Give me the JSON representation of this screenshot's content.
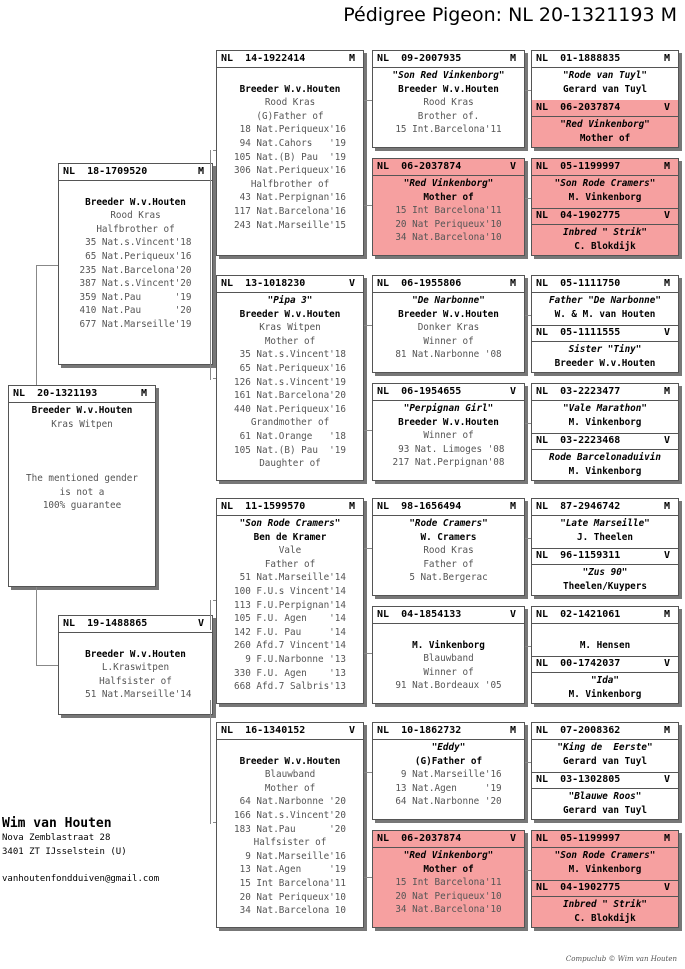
{
  "title": "Pédigree Pigeon: NL  20-1321193 M",
  "owner": {
    "name": "Wim van Houten",
    "address1": "Nova Zemblastraat 28",
    "address2": "3401 ZT  IJsselstein (U)",
    "email": "vanhoutenfondduiven@gmail.com"
  },
  "footer": "Compuclub © Wim van Houten",
  "subject": {
    "ring": "NL  20-1321193",
    "gender": "M",
    "lines": [
      {
        "t": "Breeder W.v.Houten",
        "s": "b"
      },
      {
        "t": "Kras Witpen",
        "s": "g"
      },
      {
        "t": "",
        "s": ""
      },
      {
        "t": "",
        "s": ""
      },
      {
        "t": "",
        "s": ""
      },
      {
        "t": "The mentioned gender",
        "s": "g"
      },
      {
        "t": "is not a",
        "s": "g"
      },
      {
        "t": "100% guarantee",
        "s": "g"
      }
    ]
  },
  "sire": {
    "ring": "NL  18-1709520",
    "gender": "M",
    "lines": [
      {
        "t": "",
        "s": ""
      },
      {
        "t": "Breeder W.v.Houten",
        "s": "b"
      },
      {
        "t": "Rood Kras",
        "s": "g"
      },
      {
        "t": "Halfbrother of",
        "s": "g"
      },
      {
        "t": " 35 Nat.s.Vincent'18",
        "s": "g"
      },
      {
        "t": " 65 Nat.Periqueux'16",
        "s": "g"
      },
      {
        "t": "235 Nat.Barcelona'20",
        "s": "g"
      },
      {
        "t": "387 Nat.s.Vincent'20",
        "s": "g"
      },
      {
        "t": "359 Nat.Pau      '19",
        "s": "g"
      },
      {
        "t": "410 Nat.Pau      '20",
        "s": "g"
      },
      {
        "t": "677 Nat.Marseille'19",
        "s": "g"
      }
    ]
  },
  "dam": {
    "ring": "NL  19-1488865",
    "gender": "V",
    "lines": [
      {
        "t": "",
        "s": ""
      },
      {
        "t": "Breeder W.v.Houten",
        "s": "b"
      },
      {
        "t": "L.Kraswitpen",
        "s": "g"
      },
      {
        "t": "Halfsister of",
        "s": "g"
      },
      {
        "t": " 51 Nat.Marseille'14",
        "s": "g"
      }
    ]
  },
  "gen2": [
    {
      "ring": "NL  14-1922414",
      "gender": "M",
      "lines": [
        {
          "t": "",
          "s": ""
        },
        {
          "t": "Breeder W.v.Houten",
          "s": "b"
        },
        {
          "t": "Rood Kras",
          "s": "g"
        },
        {
          "t": "(G)Father of",
          "s": "g"
        },
        {
          "t": " 18 Nat.Periqueux'16",
          "s": "g"
        },
        {
          "t": " 94 Nat.Cahors   '19",
          "s": "g"
        },
        {
          "t": "105 Nat.(B) Pau  '19",
          "s": "g"
        },
        {
          "t": "306 Nat.Periqueux'16",
          "s": "g"
        },
        {
          "t": "Halfbrother of",
          "s": "g"
        },
        {
          "t": " 43 Nat.Perpignan'16",
          "s": "g"
        },
        {
          "t": "117 Nat.Barcelona'16",
          "s": "g"
        },
        {
          "t": "243 Nat.Marseille'15",
          "s": "g"
        }
      ]
    },
    {
      "ring": "NL  13-1018230",
      "gender": "V",
      "lines": [
        {
          "t": "\"Pipa 3\"",
          "s": "i"
        },
        {
          "t": "Breeder W.v.Houten",
          "s": "b"
        },
        {
          "t": "Kras Witpen",
          "s": "g"
        },
        {
          "t": "Mother of",
          "s": "g"
        },
        {
          "t": " 35 Nat.s.Vincent'18",
          "s": "g"
        },
        {
          "t": " 65 Nat.Periqueux'16",
          "s": "g"
        },
        {
          "t": "126 Nat.s.Vincent'19",
          "s": "g"
        },
        {
          "t": "161 Nat.Barcelona'20",
          "s": "g"
        },
        {
          "t": "440 Nat.Periqueux'16",
          "s": "g"
        },
        {
          "t": "Grandmother of",
          "s": "g"
        },
        {
          "t": " 61 Nat.Orange   '18",
          "s": "g"
        },
        {
          "t": "105 Nat.(B) Pau  '19",
          "s": "g"
        },
        {
          "t": "Daughter of",
          "s": "g"
        }
      ]
    },
    {
      "ring": "NL  11-1599570",
      "gender": "M",
      "lines": [
        {
          "t": "\"Son Rode Cramers\"",
          "s": "i"
        },
        {
          "t": "Ben de Kramer",
          "s": "b"
        },
        {
          "t": "Vale",
          "s": "g"
        },
        {
          "t": "Father of",
          "s": "g"
        },
        {
          "t": " 51 Nat.Marseille'14",
          "s": "g"
        },
        {
          "t": "100 F.U.s Vincent'14",
          "s": "g"
        },
        {
          "t": "113 F.U.Perpignan'14",
          "s": "g"
        },
        {
          "t": "105 F.U. Agen    '14",
          "s": "g"
        },
        {
          "t": "142 F.U. Pau     '14",
          "s": "g"
        },
        {
          "t": "260 Afd.7 Vincent'14",
          "s": "g"
        },
        {
          "t": "  9 F.U.Narbonne '13",
          "s": "g"
        },
        {
          "t": "330 F.U. Agen    '13",
          "s": "g"
        },
        {
          "t": "668 Afd.7 Salbris'13",
          "s": "g"
        }
      ]
    },
    {
      "ring": "NL  16-1340152",
      "gender": "V",
      "lines": [
        {
          "t": "",
          "s": ""
        },
        {
          "t": "Breeder W.v.Houten",
          "s": "b"
        },
        {
          "t": "Blauwband",
          "s": "g"
        },
        {
          "t": "Mother of",
          "s": "g"
        },
        {
          "t": " 64 Nat.Narbonne '20",
          "s": "g"
        },
        {
          "t": "166 Nat.s.Vincent'20",
          "s": "g"
        },
        {
          "t": "183 Nat.Pau      '20",
          "s": "g"
        },
        {
          "t": "Halfsister of",
          "s": "g"
        },
        {
          "t": "  9 Nat.Marseille'16",
          "s": "g"
        },
        {
          "t": " 13 Nat.Agen     '19",
          "s": "g"
        },
        {
          "t": " 15 Int Barcelona'11",
          "s": "g"
        },
        {
          "t": " 20 Nat Periqueux'10",
          "s": "g"
        },
        {
          "t": " 34 Nat.Barcelona 10",
          "s": "g"
        }
      ]
    }
  ],
  "gen3": [
    {
      "ring": "NL  09-2007935",
      "gender": "M",
      "red": false,
      "lines": [
        {
          "t": "\"Son Red Vinkenborg\"",
          "s": "i"
        },
        {
          "t": "Breeder W.v.Houten",
          "s": "b"
        },
        {
          "t": "Rood Kras",
          "s": "g"
        },
        {
          "t": "Brother of.",
          "s": "g"
        },
        {
          "t": "15 Int.Barcelona'11",
          "s": "g"
        }
      ]
    },
    {
      "ring": "NL  06-2037874",
      "gender": "V",
      "red": true,
      "lines": [
        {
          "t": "\"Red Vinkenborg\"",
          "s": "i"
        },
        {
          "t": "Mother of",
          "s": "b"
        },
        {
          "t": "15 Int Barcelona'11",
          "s": "g"
        },
        {
          "t": "20 Nat Periqueux'10",
          "s": "g"
        },
        {
          "t": "34 Nat.Barcelona'10",
          "s": "g"
        }
      ]
    },
    {
      "ring": "NL  06-1955806",
      "gender": "M",
      "red": false,
      "lines": [
        {
          "t": "\"De Narbonne\"",
          "s": "i"
        },
        {
          "t": "Breeder W.v.Houten",
          "s": "b"
        },
        {
          "t": "Donker Kras",
          "s": "g"
        },
        {
          "t": "Winner of",
          "s": "g"
        },
        {
          "t": "81 Nat.Narbonne '08",
          "s": "g"
        }
      ]
    },
    {
      "ring": "NL  06-1954655",
      "gender": "V",
      "red": false,
      "lines": [
        {
          "t": "\"Perpignan Girl\"",
          "s": "i"
        },
        {
          "t": "Breeder W.v.Houten",
          "s": "b"
        },
        {
          "t": "Winner of",
          "s": "g"
        },
        {
          "t": " 93 Nat. Limoges '08",
          "s": "g"
        },
        {
          "t": "217 Nat.Perpignan'08",
          "s": "g"
        }
      ]
    },
    {
      "ring": "NL  98-1656494",
      "gender": "M",
      "red": false,
      "lines": [
        {
          "t": "\"Rode Cramers\"",
          "s": "i"
        },
        {
          "t": "W. Cramers",
          "s": "b"
        },
        {
          "t": "Rood Kras",
          "s": "g"
        },
        {
          "t": "Father of",
          "s": "g"
        },
        {
          "t": "5 Nat.Bergerac",
          "s": "g"
        }
      ]
    },
    {
      "ring": "NL  04-1854133",
      "gender": "V",
      "red": false,
      "lines": [
        {
          "t": "",
          "s": ""
        },
        {
          "t": "M. Vinkenborg",
          "s": "b"
        },
        {
          "t": "Blauwband",
          "s": "g"
        },
        {
          "t": "Winner of",
          "s": "g"
        },
        {
          "t": "91 Nat.Bordeaux '05",
          "s": "g"
        }
      ]
    },
    {
      "ring": "NL  10-1862732",
      "gender": "M",
      "red": false,
      "lines": [
        {
          "t": "\"Eddy\"",
          "s": "i"
        },
        {
          "t": "(G)Father of",
          "s": "b"
        },
        {
          "t": " 9 Nat.Marseille'16",
          "s": "g"
        },
        {
          "t": "13 Nat.Agen     '19",
          "s": "g"
        },
        {
          "t": "64 Nat.Narbonne '20",
          "s": "g"
        }
      ]
    },
    {
      "ring": "NL  06-2037874",
      "gender": "V",
      "red": true,
      "lines": [
        {
          "t": "\"Red Vinkenborg\"",
          "s": "i"
        },
        {
          "t": "Mother of",
          "s": "b"
        },
        {
          "t": "15 Int Barcelona'11",
          "s": "g"
        },
        {
          "t": "20 Nat Periqueux'10",
          "s": "g"
        },
        {
          "t": "34 Nat.Barcelona'10",
          "s": "g"
        }
      ]
    }
  ],
  "gen4": [
    {
      "red": false,
      "top": {
        "ring": "NL  01-1888835",
        "gender": "M",
        "red": false,
        "name": "\"Rode van Tuyl\"",
        "breeder": "Gerard van Tuyl"
      },
      "bottom": {
        "ring": "NL  06-2037874",
        "gender": "V",
        "red": true,
        "name": "\"Red Vinkenborg\"",
        "breeder": "Mother of"
      }
    },
    {
      "red": true,
      "top": {
        "ring": "NL  05-1199997",
        "gender": "M",
        "red": true,
        "name": "\"Son Rode Cramers\"",
        "breeder": "M. Vinkenborg"
      },
      "bottom": {
        "ring": "NL  04-1902775",
        "gender": "V",
        "red": true,
        "name": "Inbred \" Strik\"",
        "breeder": "C. Blokdijk"
      }
    },
    {
      "red": false,
      "top": {
        "ring": "NL  05-1111750",
        "gender": "M",
        "red": false,
        "name": "Father \"De Narbonne\"",
        "breeder": "W. & M. van Houten"
      },
      "bottom": {
        "ring": "NL  05-1111555",
        "gender": "V",
        "red": false,
        "name": "Sister \"Tiny\"",
        "breeder": "Breeder W.v.Houten"
      }
    },
    {
      "red": false,
      "top": {
        "ring": "NL  03-2223477",
        "gender": "M",
        "red": false,
        "name": "\"Vale Marathon\"",
        "breeder": "M. Vinkenborg"
      },
      "bottom": {
        "ring": "NL  03-2223468",
        "gender": "V",
        "red": false,
        "name": "Rode Barcelonaduivin",
        "breeder": "M. Vinkenborg"
      }
    },
    {
      "red": false,
      "top": {
        "ring": "NL  87-2946742",
        "gender": "M",
        "red": false,
        "name": "\"Late Marseille\"",
        "breeder": "J. Theelen"
      },
      "bottom": {
        "ring": "NL  96-1159311",
        "gender": "V",
        "red": false,
        "name": "\"Zus 90\"",
        "breeder": "Theelen/Kuypers"
      }
    },
    {
      "red": false,
      "top": {
        "ring": "NL  02-1421061",
        "gender": "M",
        "red": false,
        "name": "",
        "breeder": "M. Hensen"
      },
      "bottom": {
        "ring": "NL  00-1742037",
        "gender": "V",
        "red": false,
        "name": "\"Ida\"",
        "breeder": "M. Vinkenborg"
      }
    },
    {
      "red": false,
      "top": {
        "ring": "NL  07-2008362",
        "gender": "M",
        "red": false,
        "name": "\"King de  Eerste\"",
        "breeder": "Gerard van Tuyl"
      },
      "bottom": {
        "ring": "NL  03-1302805",
        "gender": "V",
        "red": false,
        "name": "\"Blauwe Roos\"",
        "breeder": "Gerard van Tuyl"
      }
    },
    {
      "red": true,
      "top": {
        "ring": "NL  05-1199997",
        "gender": "M",
        "red": true,
        "name": "\"Son Rode Cramers\"",
        "breeder": "M. Vinkenborg"
      },
      "bottom": {
        "ring": "NL  04-1902775",
        "gender": "V",
        "red": true,
        "name": "Inbred \" Strik\"",
        "breeder": "C. Blokdijk"
      }
    }
  ]
}
